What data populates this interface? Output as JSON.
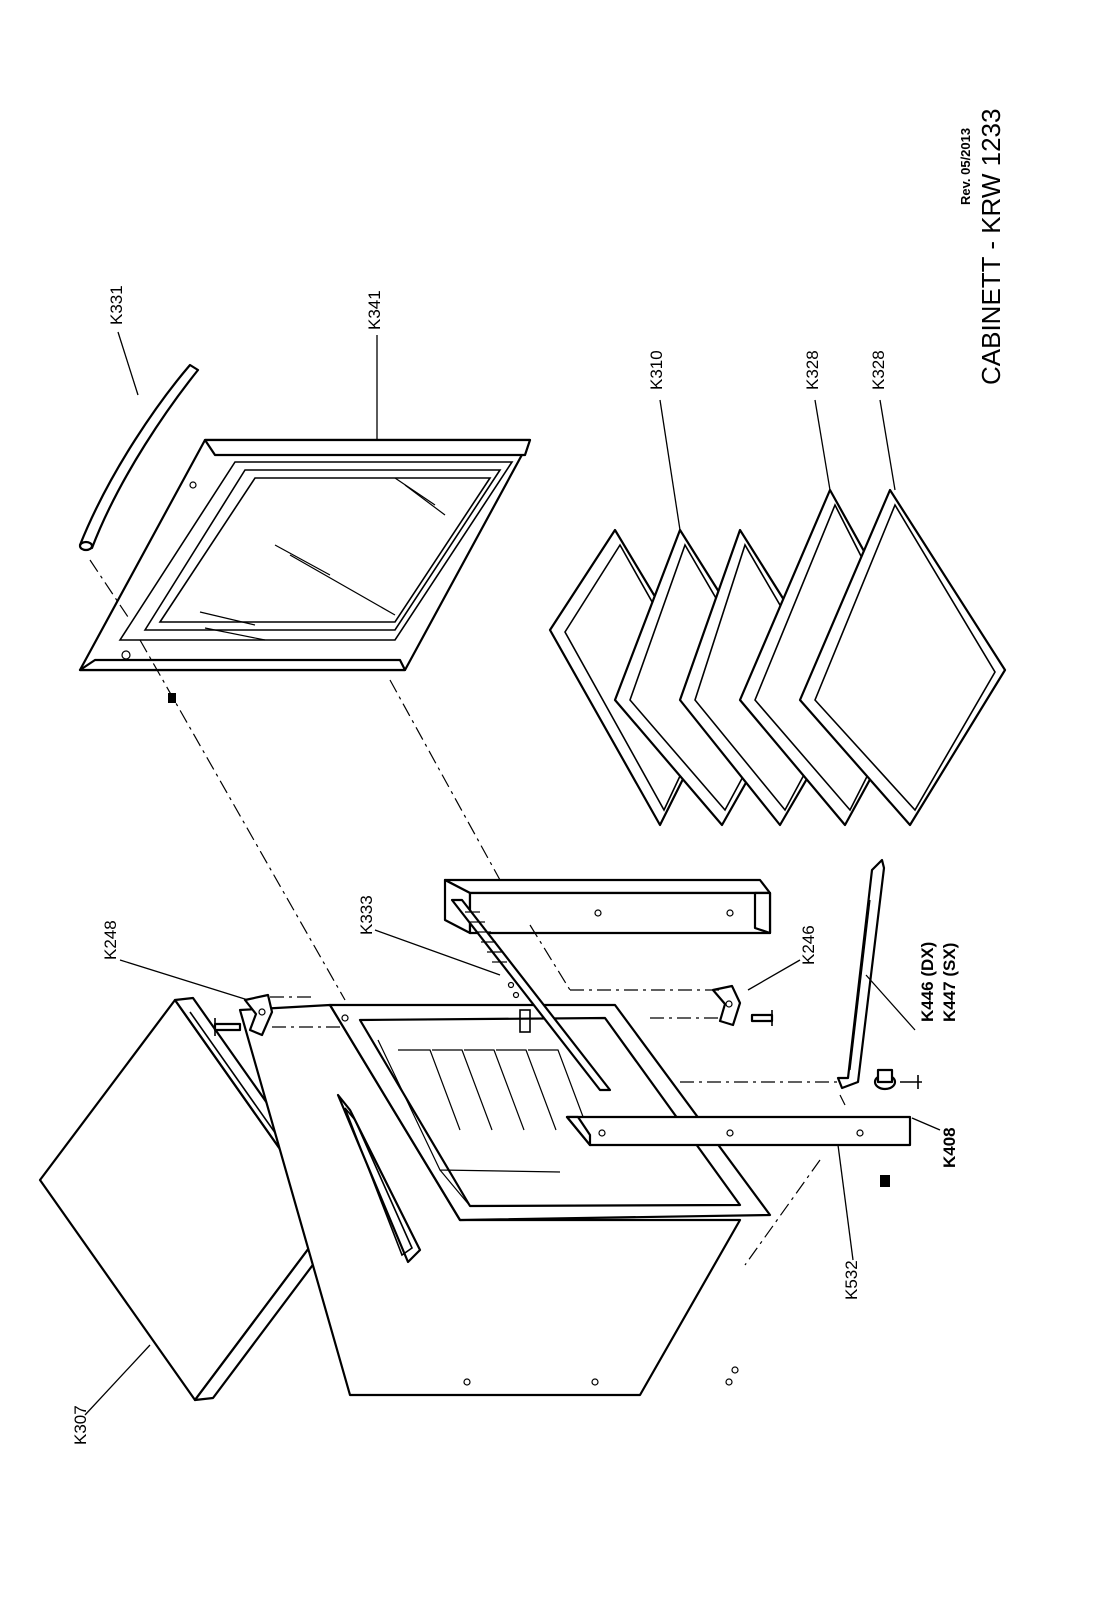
{
  "title": "CABINETT - KRW 1233",
  "revision": "Rev. 05/2013",
  "labels": {
    "k307": "K307",
    "k248": "K248",
    "k333": "K333",
    "k246": "K246",
    "k446": "K446 (DX)",
    "k447": "K447 (SX)",
    "k408": "K408",
    "k532": "K532",
    "k331": "K331",
    "k341": "K341",
    "k310": "K310",
    "k328a": "K328",
    "k328b": "K328"
  }
}
